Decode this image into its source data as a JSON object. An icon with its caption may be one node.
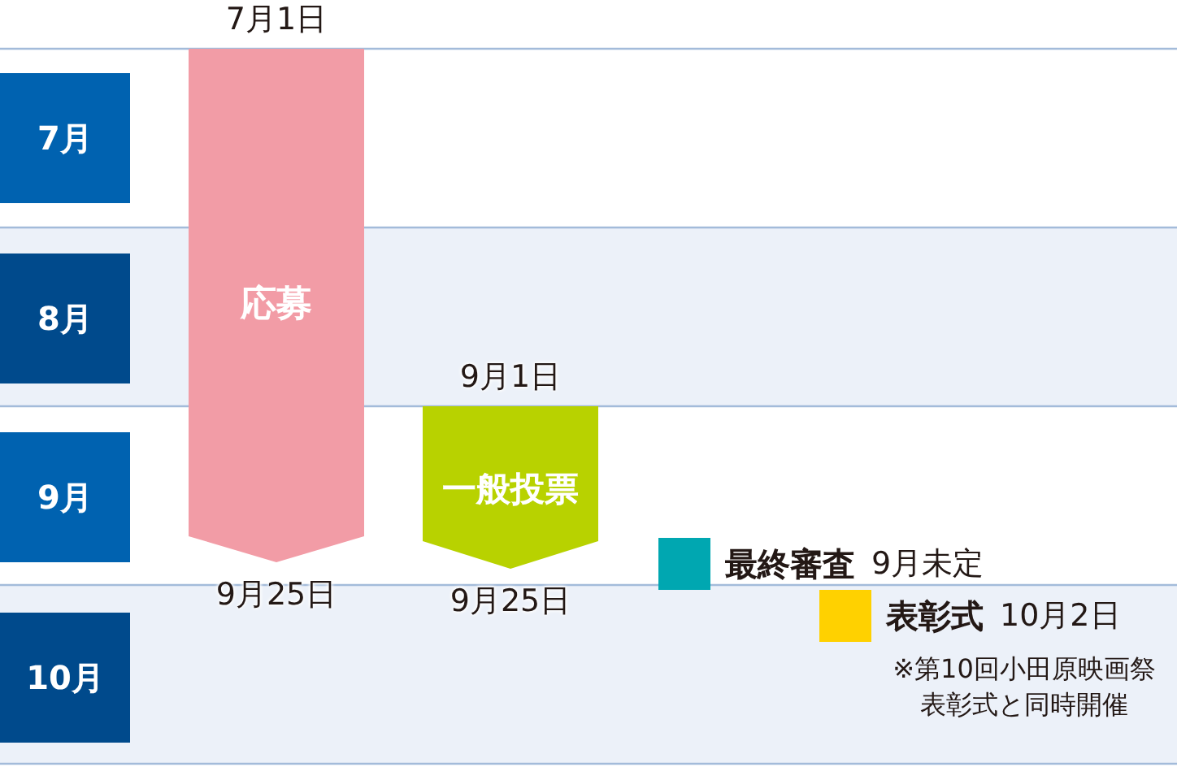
{
  "diagram": {
    "nodes": [
      {
        "text": [
          "7月"
        ]
      },
      {
        "text": [
          "8月"
        ]
      },
      {
        "text": [
          "9月"
        ]
      },
      {
        "text": [
          "10月"
        ]
      },
      {
        "text": [
          "応募"
        ],
        "beside": [
          "7月1日",
          "9月25日"
        ]
      },
      {
        "text": [
          "一般投票"
        ],
        "beside": [
          "9月1日",
          "9月25日"
        ]
      },
      {
        "text": [],
        "shape": "box",
        "beside": [
          "最終審査",
          "9月未定"
        ]
      },
      {
        "text": [],
        "shape": "box",
        "beside": [
          "表彰式",
          "10月2日",
          "※第10回小田原映画祭表彰式と同時開催"
        ]
      }
    ]
  }
}
